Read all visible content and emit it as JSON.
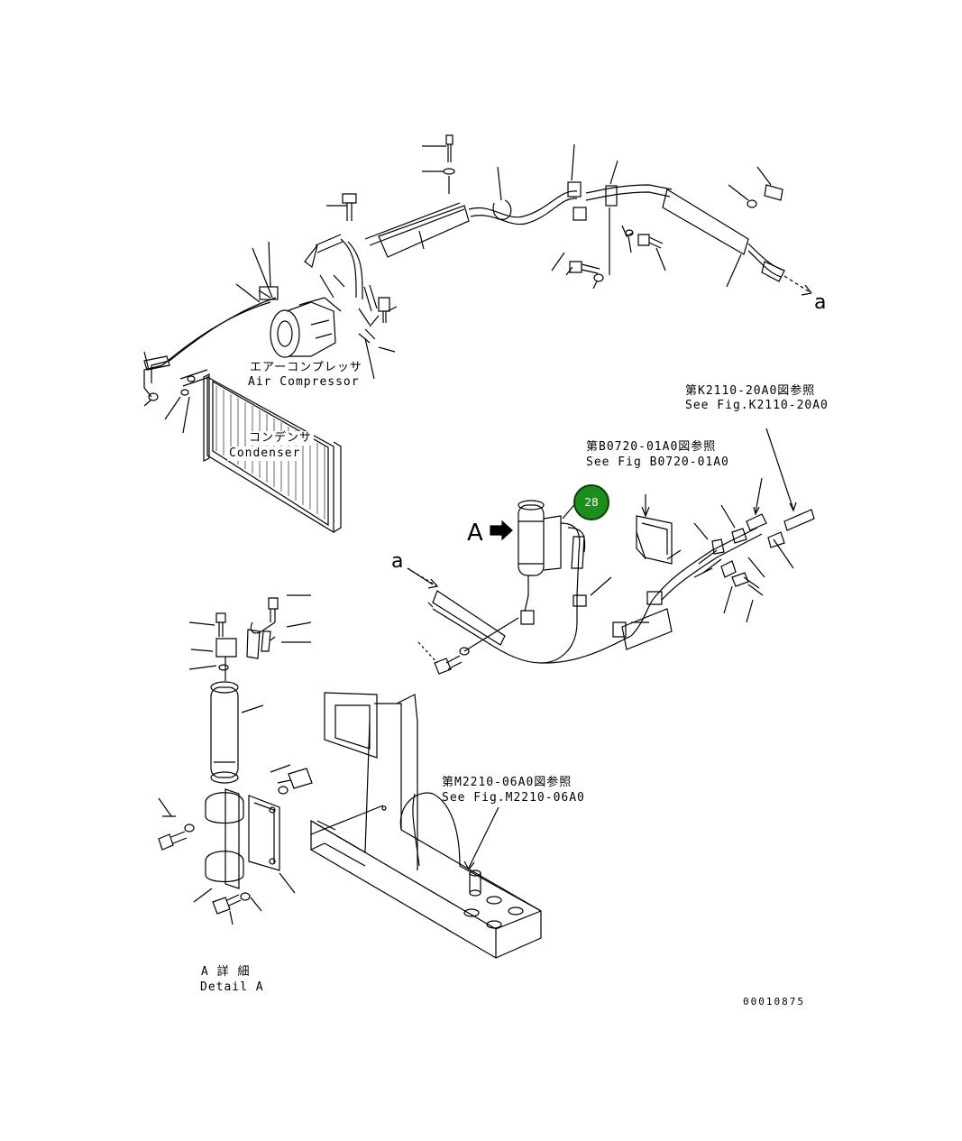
{
  "labels": {
    "air_compressor_jp": "エアーコンプレッサ",
    "air_compressor_en": "Air Compressor",
    "condenser_jp": "コンデンサ",
    "condenser_en": "Condenser",
    "ref_k2110_jp": "第K2110-20A0図参照",
    "ref_k2110_en": "See Fig.K2110-20A0",
    "ref_b0720_jp": "第B0720-01A0図参照",
    "ref_b0720_en": "See Fig B0720-01A0",
    "ref_m2210_jp": "第M2210-06A0図参照",
    "ref_m2210_en": "See Fig.M2210-06A0",
    "detail_jp": "A 詳 細",
    "detail_en": "Detail A",
    "view_a": "A",
    "connect_a_top": "a",
    "connect_a_mid": "a",
    "drawing_number": "00010875"
  },
  "callouts": [
    {
      "number": "28",
      "color": "#1b8f1b"
    }
  ]
}
